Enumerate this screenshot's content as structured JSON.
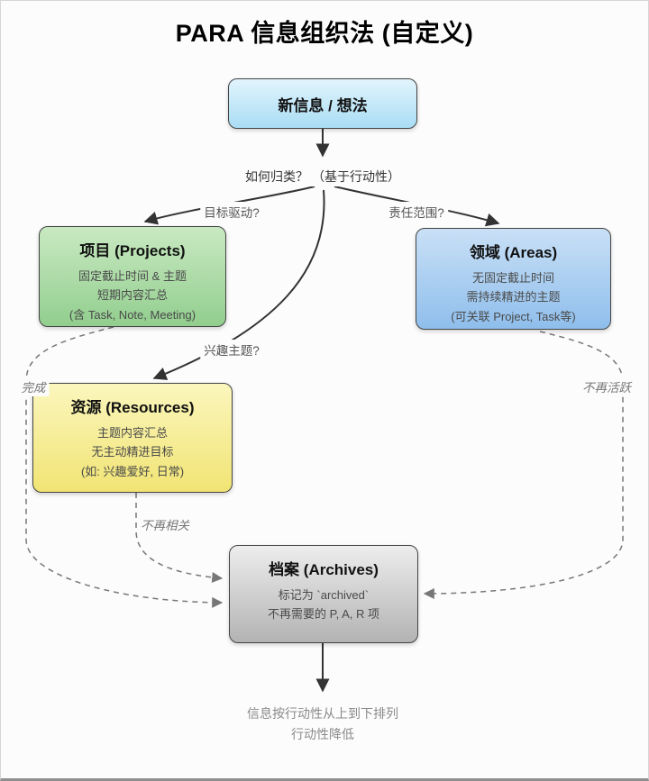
{
  "title": "PARA 信息组织法 (自定义)",
  "nodes": {
    "new_info": {
      "title": "新信息 / 想法"
    },
    "projects": {
      "title": "项目 (Projects)",
      "lines": [
        "固定截止时间 & 主题",
        "短期内容汇总",
        "(含 Task, Note, Meeting)"
      ]
    },
    "areas": {
      "title": "领域 (Areas)",
      "lines": [
        "无固定截止时间",
        "需持续精进的主题",
        "(可关联 Project, Task等)"
      ]
    },
    "resources": {
      "title": "资源 (Resources)",
      "lines": [
        "主题内容汇总",
        "无主动精进目标",
        "(如: 兴趣爱好, 日常)"
      ]
    },
    "archives": {
      "title": "档案 (Archives)",
      "lines": [
        "标记为 `archived`",
        "不再需要的 P, A, R 项"
      ]
    }
  },
  "edge_labels": {
    "classify": "如何归类？ （基于行动性）",
    "goal_driven": "目标驱动?",
    "responsibility": "责任范围?",
    "interest": "兴趣主题?",
    "done": "完成",
    "inactive": "不再活跃",
    "irrelevant": "不再相关"
  },
  "footer": {
    "line1": "信息按行动性从上到下排列",
    "line2": "行动性降低"
  },
  "colors": {
    "new_info_fill": "#a9ddf4",
    "projects_fill": "#92ce8e",
    "areas_fill": "#8fbeec",
    "resources_fill": "#f1e474",
    "archives_fill": "#b3b3b3",
    "solid_edge": "#333333",
    "dashed_edge": "#777777",
    "canvas_bg": "#fcfcfc"
  }
}
